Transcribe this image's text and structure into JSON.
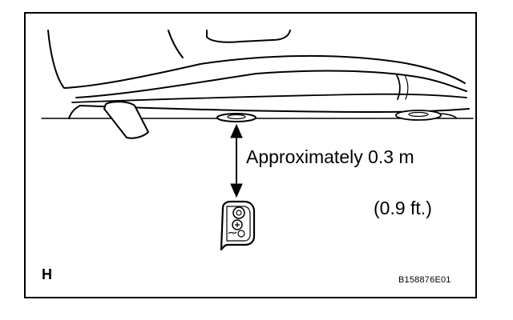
{
  "illustration": {
    "distance_label": "Approximately 0.3 m",
    "distance_label_ft": "(0.9 ft.)",
    "panel_letter": "H",
    "figure_code": "B158876E01",
    "vehicle_name": "vehicle-side-underbody",
    "key_name": "smart-key-icon",
    "arrow_name": "double-headed-arrow"
  }
}
